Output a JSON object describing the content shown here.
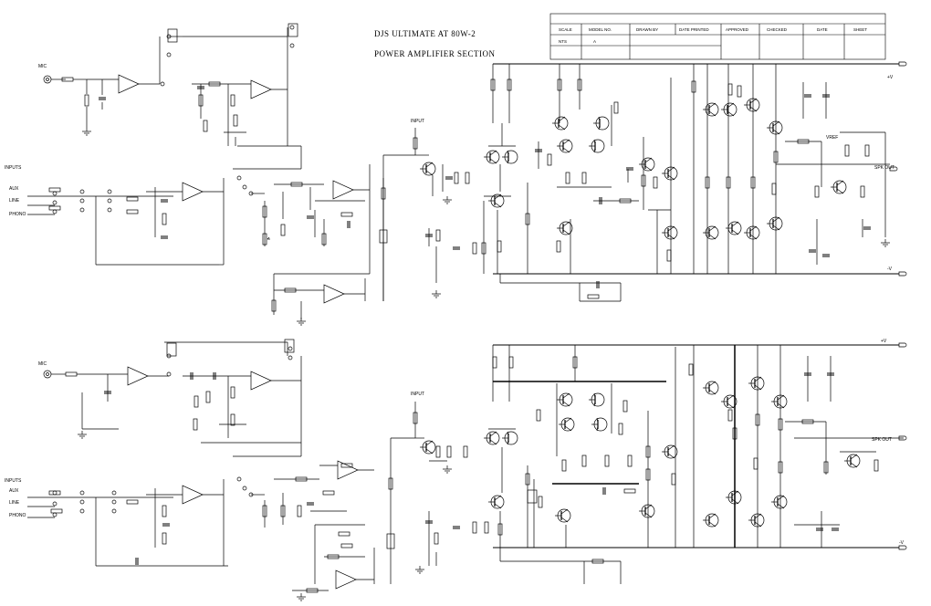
{
  "title_line1": "DJS ULTIMATE AT 80W-2",
  "title_line2": "POWER AMPLIFIER SECTION",
  "title_block": {
    "headers": [
      "SCALE",
      "MODEL NO.",
      "DRAWN BY",
      "DATE PRINTED",
      "APPROVED",
      "CHECKED",
      "DATE",
      "SHEET"
    ],
    "row_values": [
      "NTS",
      "A",
      "",
      "",
      "",
      "",
      "",
      ""
    ]
  },
  "labels": {
    "mic_top": "MIC",
    "mic_bottom": "MIC",
    "input_block_top": "INPUTS",
    "input_block_bottom": "INPUTS",
    "aux_top": "AUX",
    "line_top": "LINE",
    "phono_top": "PHONO",
    "aux_bottom": "AUX",
    "line_bottom": "LINE",
    "phono_bottom": "PHONO",
    "vref": "VREF",
    "speaker_out_top": "SPK OUT",
    "speaker_out_bottom": "SPK OUT",
    "vcc_top": "+V",
    "vee_top": "-V",
    "vcc_bottom": "+V",
    "vee_bottom": "-V",
    "input_top": "INPUT",
    "input_bottom": "INPUT"
  }
}
